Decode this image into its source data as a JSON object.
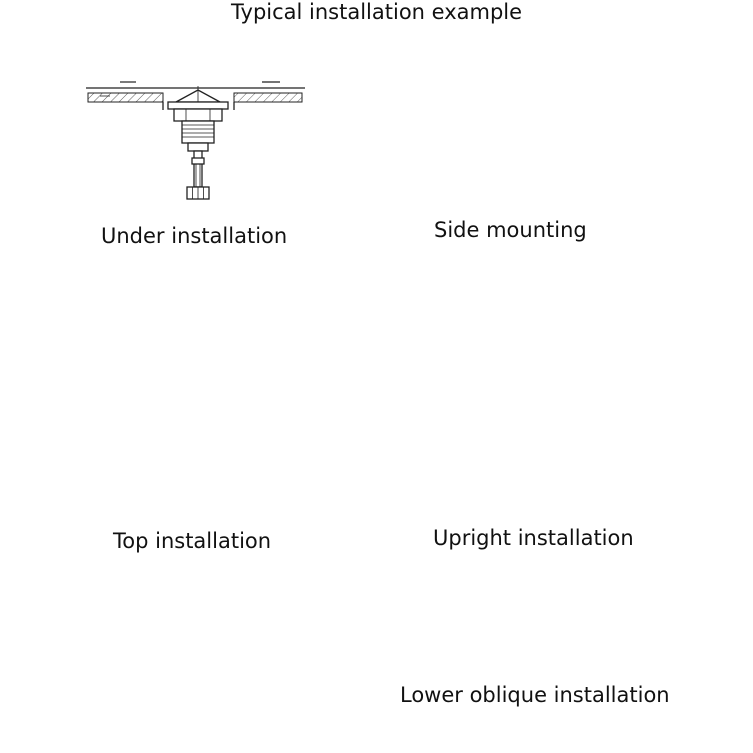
{
  "title": "Typical installation example",
  "examples": [
    {
      "label": "Under installation"
    },
    {
      "label": "Side mounting"
    },
    {
      "label": "Top installation"
    },
    {
      "label": "Upright installation"
    },
    {
      "label": "Lower oblique installation"
    }
  ]
}
